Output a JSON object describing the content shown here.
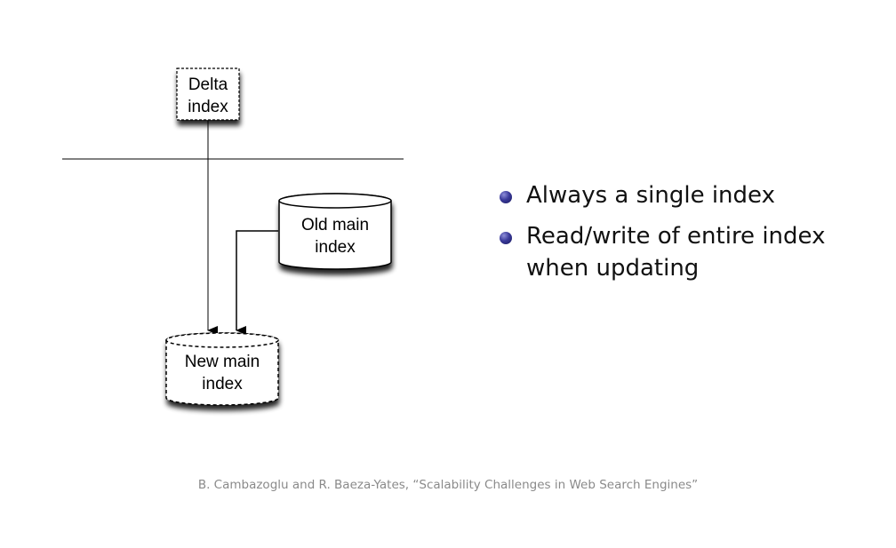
{
  "diagram": {
    "delta_index": {
      "line1": "Delta",
      "line2": "index"
    },
    "old_main_index": {
      "line1": "Old main",
      "line2": "index"
    },
    "new_main_index": {
      "line1": "New main",
      "line2": "index"
    }
  },
  "bullets": [
    "Always a single index",
    "Read/write of entire index when updating"
  ],
  "footer": "B. Cambazoglu and R. Baeza-Yates, “Scalability Challenges in Web Search Engines”",
  "colors": {
    "bullet": "#2e2e8a",
    "footer_text": "#8a8a8a"
  }
}
